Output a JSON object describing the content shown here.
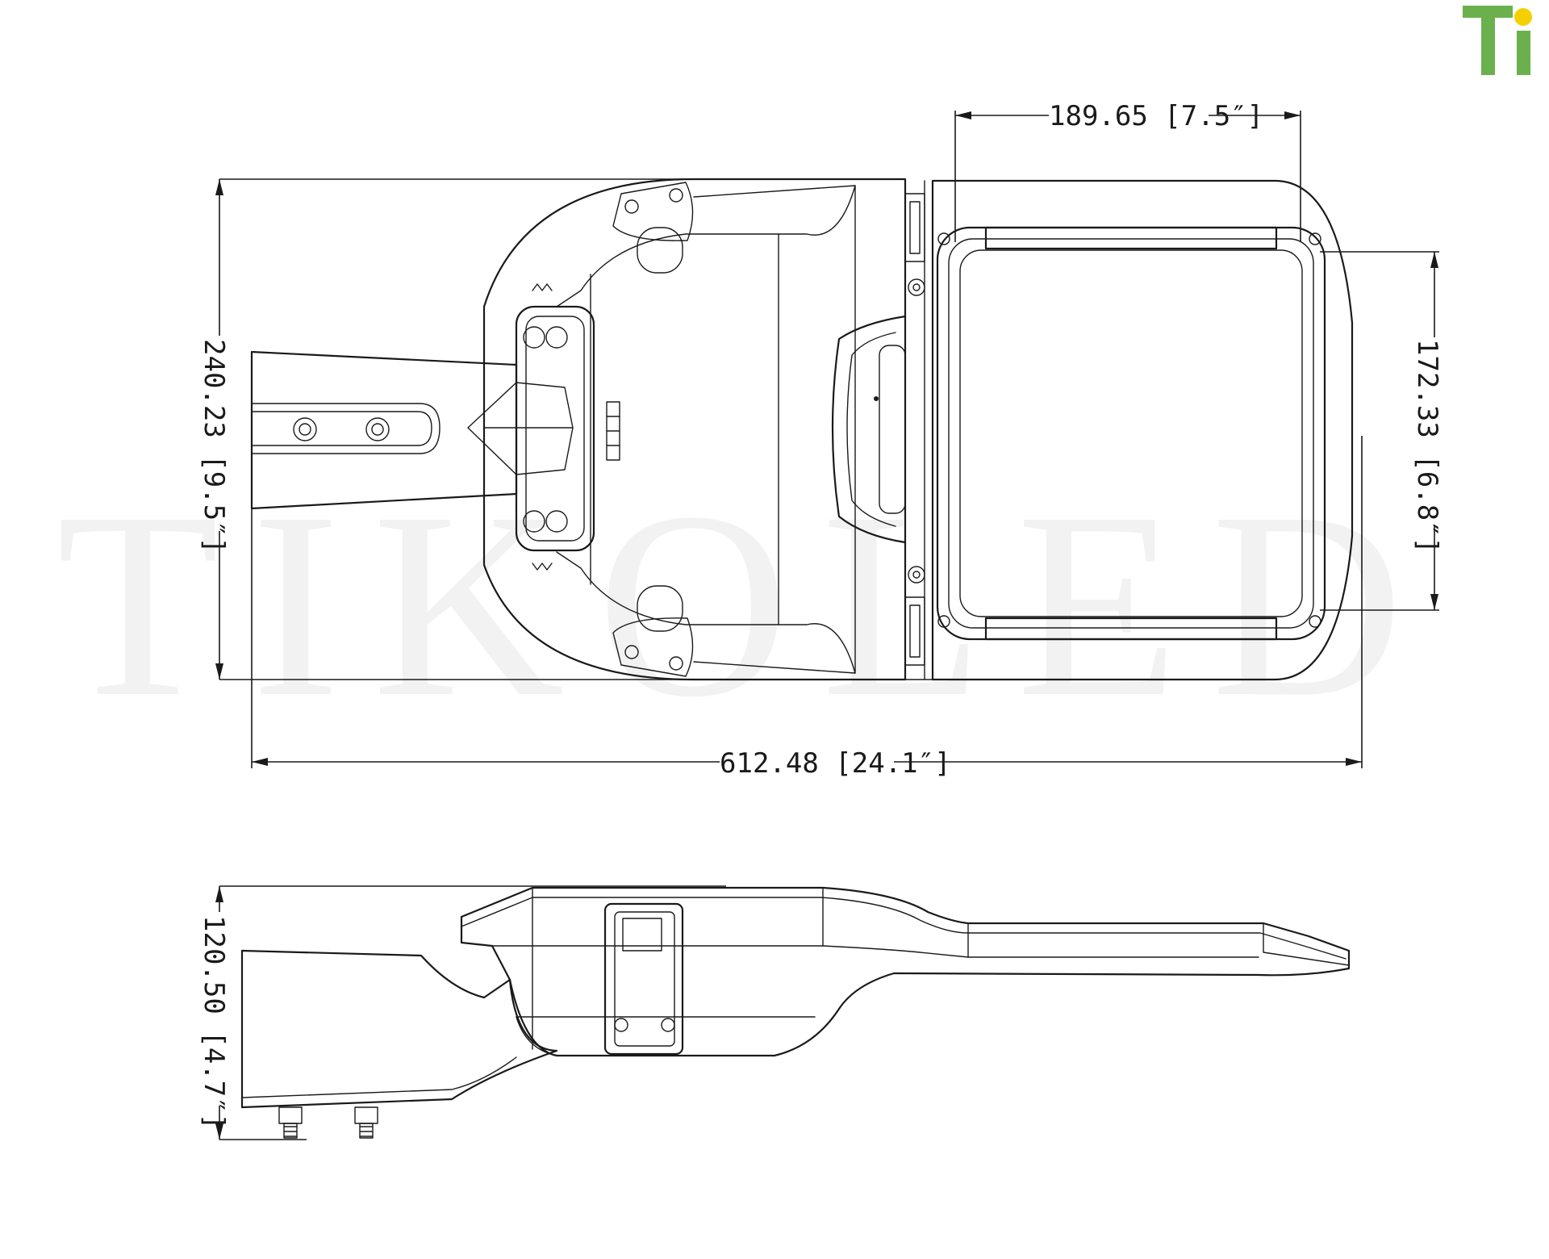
{
  "logo": {
    "text": "Ti",
    "colors": {
      "letters": "#6ab04c",
      "dot": "#f5d000"
    }
  },
  "dimensions": {
    "width_lens": "189.65 [7.5″]",
    "height_lens": "172.33 [6.8″]",
    "height_total": "240.23 [9.5″]",
    "length_total": "612.48 [24.1″]",
    "height_side": "120.50 [4.7″]"
  },
  "watermark": {
    "text": "TIKOLED"
  }
}
